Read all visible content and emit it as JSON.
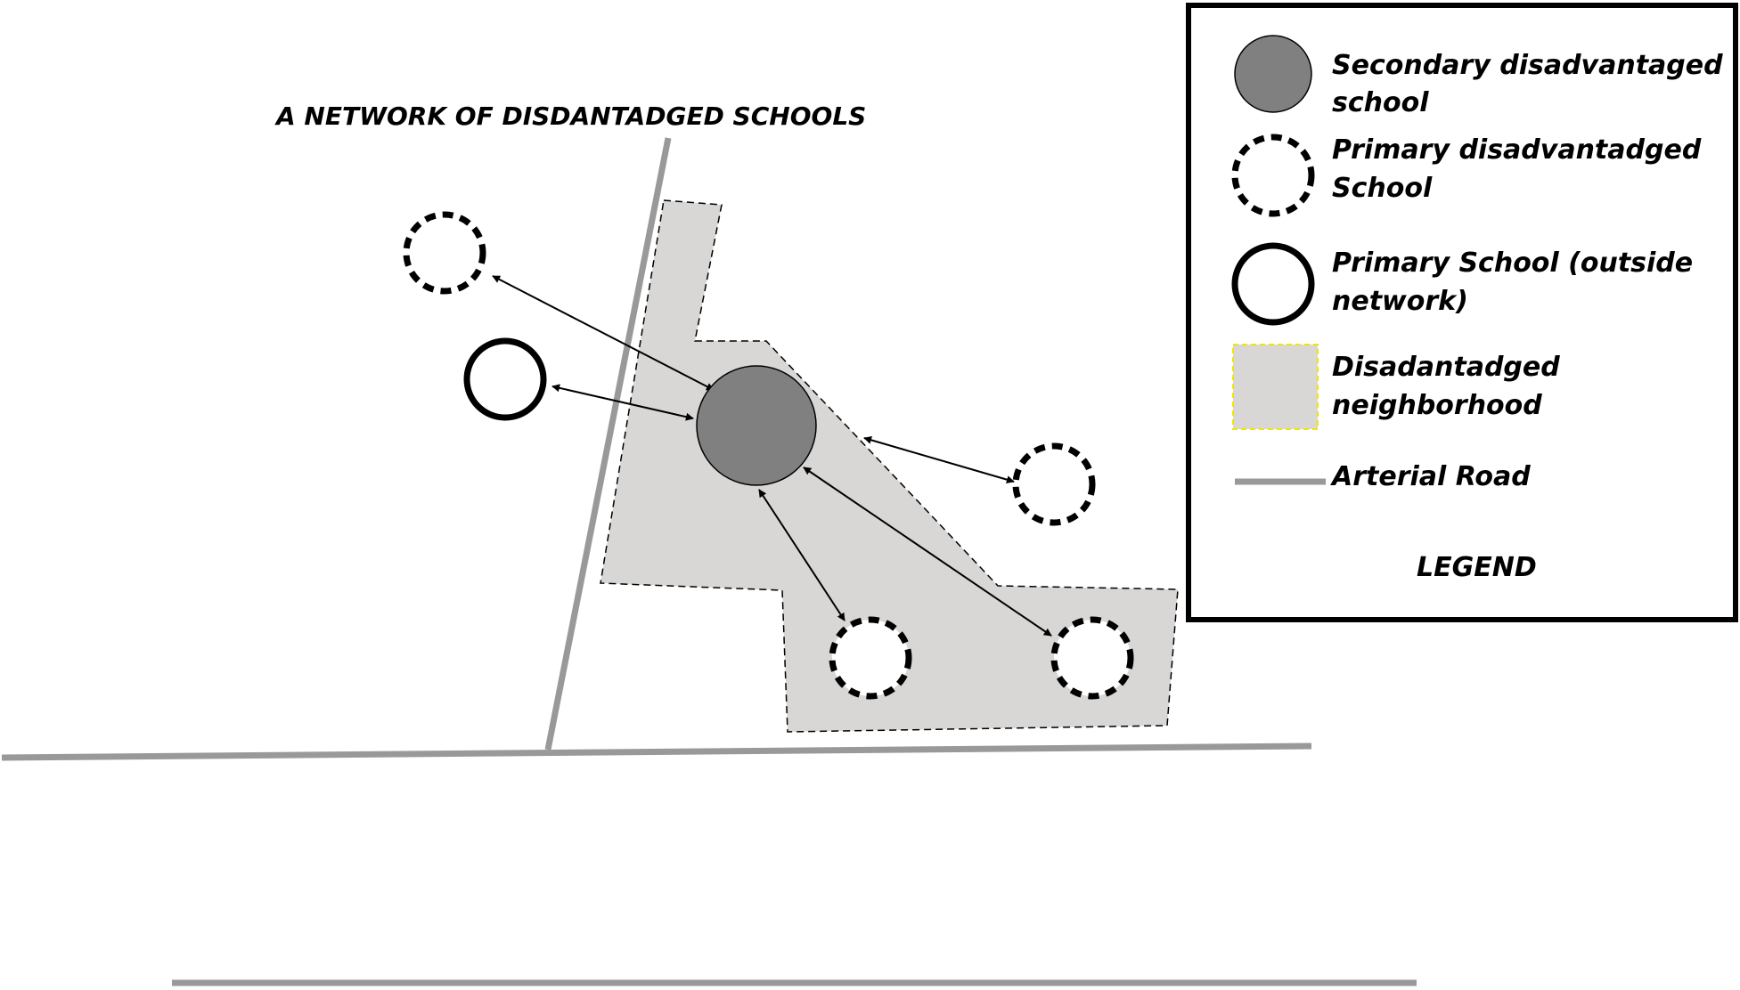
{
  "diagram": {
    "title": "A NETWORK OF DISDANTADGED SCHOOLS",
    "colors": {
      "road": "#999999",
      "neighborhood_fill": "#d9d7d6",
      "secondary_school_fill": "#808080",
      "legend_swatch_border": "#f2e600"
    },
    "legend": {
      "title": "LEGEND",
      "items": [
        {
          "line1": "Secondary disadvantaged",
          "line2": "school"
        },
        {
          "line1": "Primary disadvantadged",
          "line2": "School"
        },
        {
          "line1": "Primary School (outside",
          "line2": "network)"
        },
        {
          "line1": "Disadantadged",
          "line2": "neighborhood"
        },
        {
          "line1": "Arterial Road",
          "line2": ""
        }
      ]
    }
  }
}
